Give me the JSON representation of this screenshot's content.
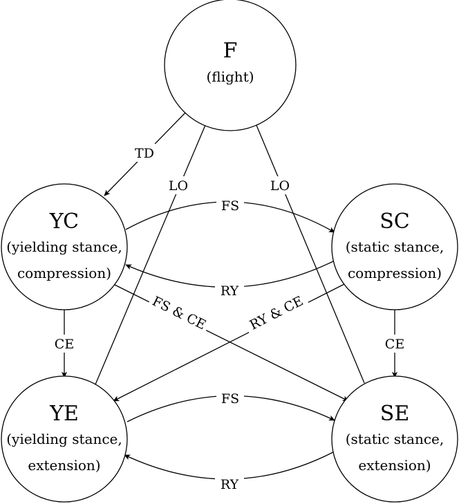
{
  "nodes": {
    "F": {
      "title": "F",
      "line1": "(flight)",
      "line2": ""
    },
    "YC": {
      "title": "YC",
      "line1": "(yielding stance,",
      "line2": "compression)"
    },
    "SC": {
      "title": "SC",
      "line1": "(static stance,",
      "line2": "compression)"
    },
    "YE": {
      "title": "YE",
      "line1": "(yielding stance,",
      "line2": "extension)"
    },
    "SE": {
      "title": "SE",
      "line1": "(static stance,",
      "line2": "extension)"
    }
  },
  "edges": {
    "f_yc": "TD",
    "yc_f": "LO",
    "se_f": "LO",
    "yc_sc": "FS",
    "sc_yc": "RY",
    "yc_se": "FS & CE",
    "sc_ye": "RY & CE",
    "yc_ye": "CE",
    "sc_se": "CE",
    "ye_se": "FS",
    "se_ye": "RY"
  },
  "colors": {
    "stroke": "#000000",
    "background": "#ffffff"
  }
}
